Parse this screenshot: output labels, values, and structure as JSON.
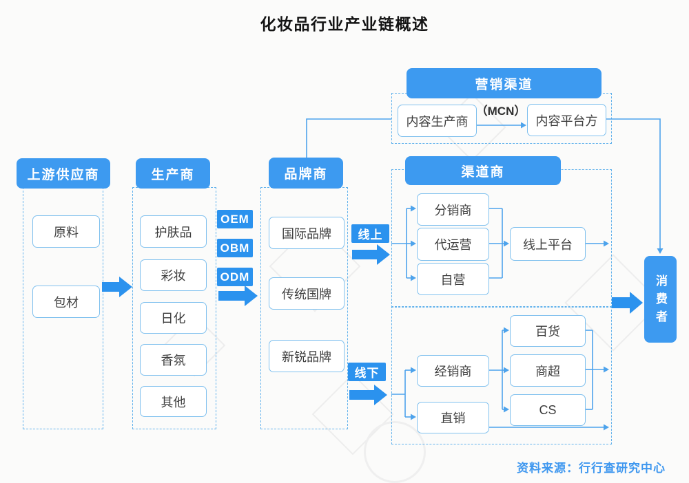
{
  "title": "化妆品行业产业链概述",
  "source": "资料来源：行行查研究中心",
  "colors": {
    "header_blue": "#3d9af0",
    "accent_blue": "#2b92ee",
    "node_border_blue": "#7fc0ee",
    "dashed_blue": "#62b2ec",
    "line_blue": "#4da3ec",
    "text_dark": "#3d3d3d",
    "source_text_blue": "#3e97ef"
  },
  "marketing": {
    "header": "营销渠道",
    "producer": "内容生产商",
    "mcn": "（MCN）",
    "platform": "内容平台方"
  },
  "suppliers": {
    "header": "上游供应商",
    "items": [
      "原料",
      "包材"
    ]
  },
  "manufacturers": {
    "header": "生产商",
    "items": [
      "护肤品",
      "彩妆",
      "日化",
      "香氛",
      "其他"
    ]
  },
  "brands": {
    "header": "品牌商",
    "items": [
      "国际品牌",
      "传统国牌",
      "新锐品牌"
    ]
  },
  "channels": {
    "header": "渠道商"
  },
  "labels": {
    "oem": "OEM",
    "obm": "OBM",
    "odm": "ODM",
    "online": "线上",
    "offline": "线下"
  },
  "online_channel": {
    "items": [
      "分销商",
      "代运营",
      "自营"
    ],
    "platform": "线上平台"
  },
  "offline_channel": {
    "dealer": "经销商",
    "direct": "直销",
    "outlets": [
      "百货",
      "商超",
      "CS"
    ]
  },
  "consumer": "消费者"
}
